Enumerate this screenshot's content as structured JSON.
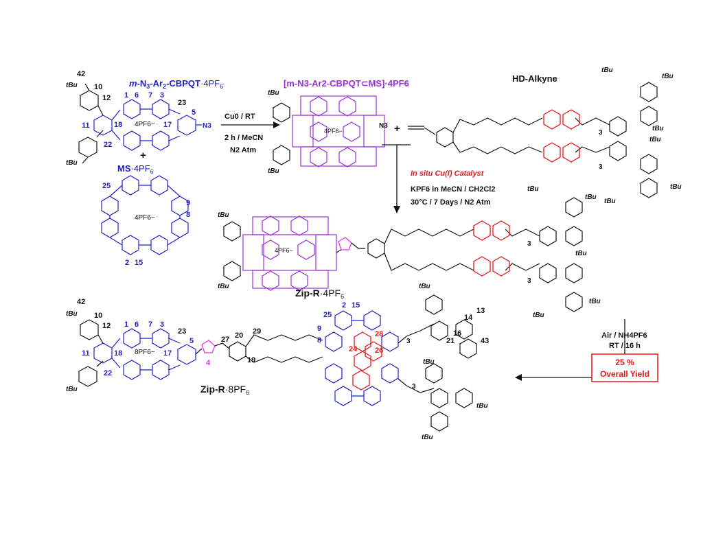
{
  "colors": {
    "blue": "#1f1fc8",
    "purple": "#9b2fd6",
    "red": "#e8161b",
    "magenta": "#e632e6",
    "black": "#111111"
  },
  "compounds": {
    "cbpqt": {
      "prefix": "m",
      "mid": "-N",
      "sub3": "3",
      "mid2": "-Ar",
      "sub2": "2",
      "name": "-CBPQT",
      "counter": "·4PF",
      "sub6": "6"
    },
    "complex": {
      "text": "[m-N3-Ar2-CBPQT⊂MS]·4PF6"
    },
    "ms": {
      "name": "MS",
      "counter": "·4PF",
      "sub6": "6"
    },
    "hd_alkyne": "HD-Alkyne",
    "zip4": {
      "name": "Zip-R",
      "counter": "·4PF",
      "sub6": "6"
    },
    "zip8": {
      "name": "Zip-R",
      "counter": "·8PF",
      "sub6": "6"
    }
  },
  "counterions": {
    "four": "4PF6−",
    "eight": "8PF6−"
  },
  "conditions": {
    "step1": {
      "line1": "Cu0 / RT",
      "line2": "2 h / MeCN",
      "line3": "N2 Atm"
    },
    "step2": {
      "catalyst": "In situ Cu(I) Catalyst",
      "line1": "KPF6 in MeCN / CH2Cl2",
      "line2": "30°C / 7 Days / N2 Atm"
    },
    "step3": {
      "line1": "Air / NH4PF6",
      "line2": "RT / 16 h"
    }
  },
  "yield": {
    "line1": "25 %",
    "line2": "Overall Yield"
  },
  "substituents": {
    "tbu": "tBu",
    "n3": "N3",
    "plus": "+"
  },
  "locants": {
    "cbpqt": [
      "42",
      "10",
      "12",
      "1",
      "6",
      "7",
      "3",
      "23",
      "5",
      "11",
      "18",
      "17",
      "22"
    ],
    "ms": [
      "25",
      "9",
      "8",
      "2",
      "15"
    ],
    "zip": [
      "42",
      "10",
      "12",
      "1",
      "6",
      "7",
      "3",
      "23",
      "5",
      "27",
      "20",
      "29",
      "19",
      "11",
      "18",
      "17",
      "22",
      "4",
      "25",
      "2",
      "15",
      "9",
      "8",
      "3",
      "14",
      "13",
      "21",
      "16",
      "43",
      "28",
      "24",
      "26",
      "3"
    ]
  },
  "repeat_index": "3"
}
